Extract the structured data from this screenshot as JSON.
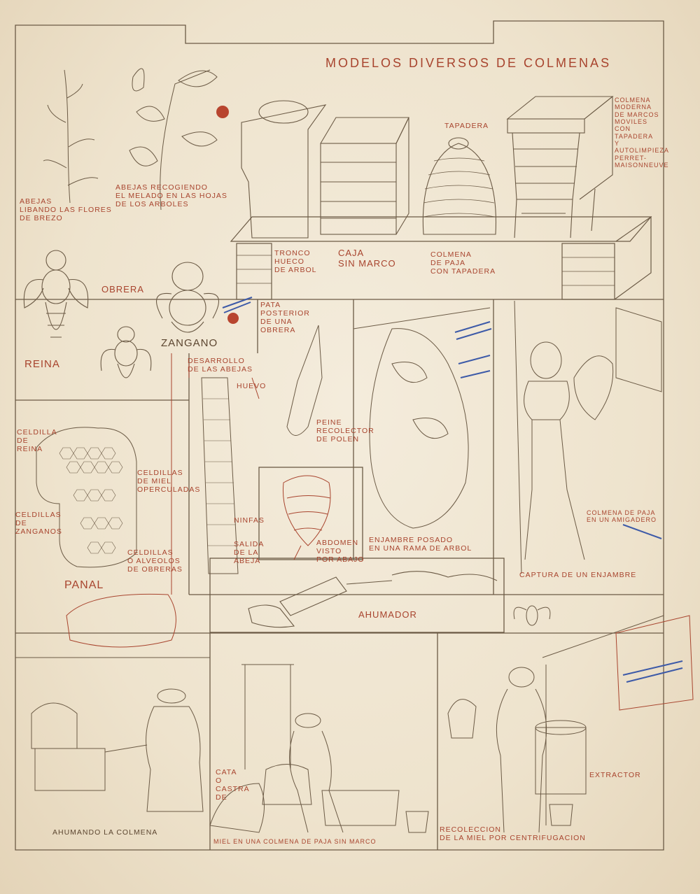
{
  "title": "MODELOS DIVERSOS DE COLMENAS",
  "labels": {
    "colmena_moderna": "COLMENA\nMODERNA\nDE MARCOS\nMOVILES\nCON\nTAPADERA\nY\nAUTOLIMPIEZA\nPERRET-\nMAISONNEUVE",
    "tapadera": "TAPADERA",
    "abejas_brezo": "ABEJAS\nLIBANDO LAS FLORES\nDE BREZO",
    "abejas_melado": "ABEJAS RECOGIENDO\nEL MELADO EN LAS HOJAS\nDE LOS ARBOLES",
    "tronco": "TRONCO\nHUECO\nDE ARBOL",
    "caja": "CAJA\nSIN MARCO",
    "colmena_paja": "COLMENA\nDE PAJA\nCON TAPADERA",
    "obrera": "OBRERA",
    "reina": "REINA",
    "zangano": "ZANGANO",
    "pata": "PATA\nPOSTERIOR\nDE UNA\nOBRERA",
    "desarrollo": "DESARROLLO\nDE LAS ABEJAS",
    "huevo": "HUEVO",
    "peine": "PEINE\nRECOLECTOR\nDE POLEN",
    "celdilla_reina": "CELDILLA\nDE\nREINA",
    "celdillas_miel": "CELDILLAS\nDE MIEL\nOPERCULADAS",
    "celdillas_zanganos": "CELDILLAS\nDE\nZANGANOS",
    "celdillas_obreras": "CELDILLAS\nO ALVEOLOS\nDE OBRERAS",
    "panal": "PANAL",
    "ninfas": "NINFAS",
    "salida": "SALIDA\nDE LA\nABEJA",
    "abdomen": "ABDOMEN\nVISTO\nPOR ABAJO",
    "enjambre": "ENJAMBRE POSADO\nEN UNA RAMA DE ARBOL",
    "colmena_amigadero": "COLMENA DE PAJA\nEN UN AMIGADERO",
    "captura": "CAPTURA DE UN ENJAMBRE",
    "ahumador": "AHUMADOR",
    "ahumando": "AHUMANDO LA COLMENA",
    "cata": "CATA\nO\nCASTRA\nDE",
    "miel": "MIEL EN UNA COLMENA DE PAJA SIN MARCO",
    "extractor": "EXTRACTOR",
    "recoleccion": "RECOLECCION\nDE LA MIEL POR CENTRIFUGACION"
  },
  "colors": {
    "ink_red": "#a8442e",
    "ink_brown": "#6b5a45",
    "paper": "#f1e8d6",
    "blue_pencil": "#3d5aa8"
  }
}
